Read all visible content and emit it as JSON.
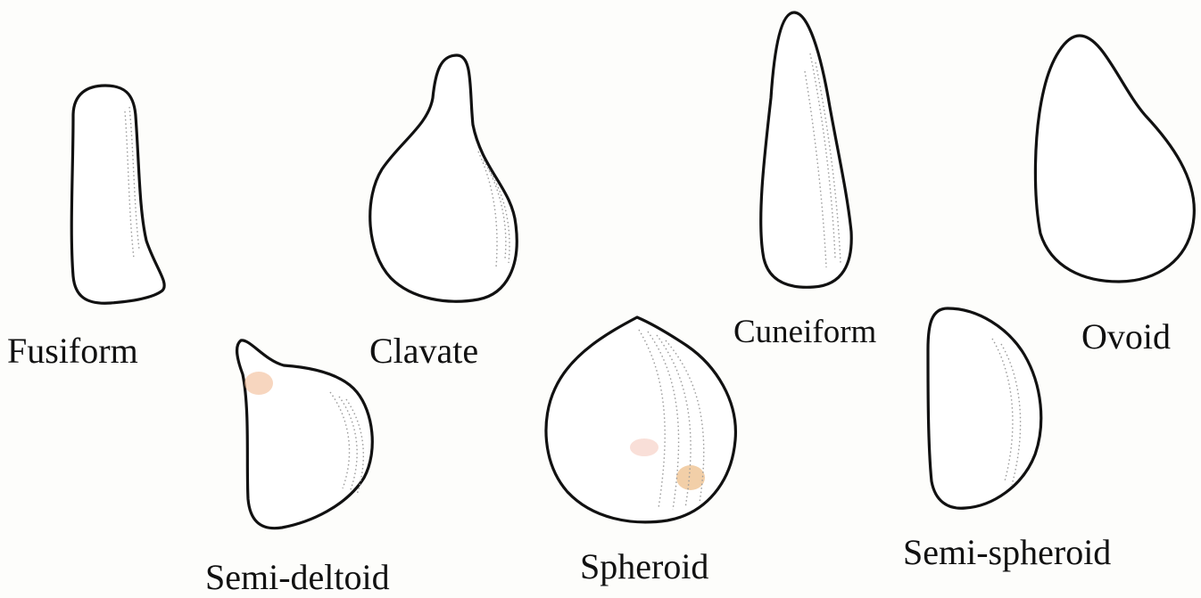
{
  "labels": {
    "fusiform": "Fusiform",
    "clavate": "Clavate",
    "cuneiform": "Cuneiform",
    "ovoid": "Ovoid",
    "semi_deltoid": "Semi-deltoid",
    "spheroid": "Spheroid",
    "semi_spheroid": "Semi-spheroid"
  },
  "colors": {
    "outline": "#111111",
    "paper": "#fdfdfb",
    "stain": "#f0b48a"
  }
}
